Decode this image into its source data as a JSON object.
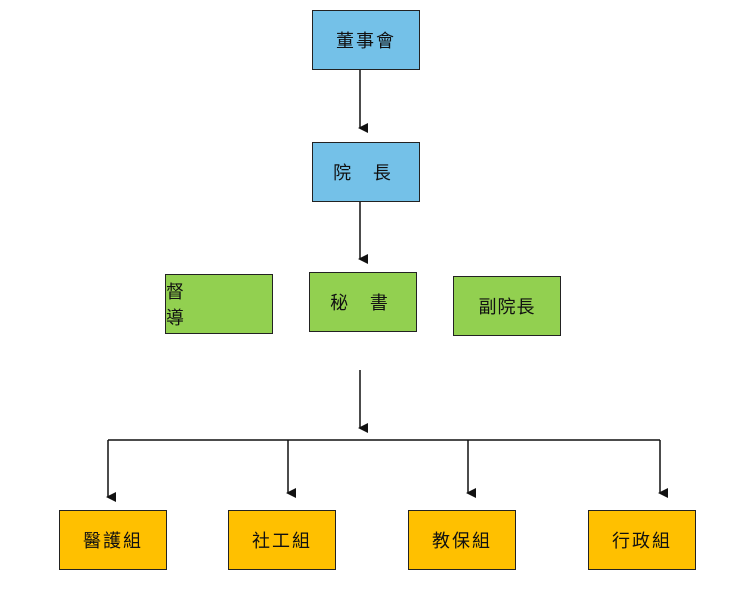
{
  "nodes": {
    "board": "董事會",
    "director": "院 長",
    "supervisor": "督 導",
    "secretary": "秘 書",
    "deputy_director": "副院長",
    "medical_group": "醫護組",
    "social_work_group": "社工組",
    "education_care_group": "教保組",
    "administration_group": "行政組"
  },
  "colors": {
    "top_level": "#74c1e8",
    "middle_level": "#92d050",
    "bottom_level": "#ffc000",
    "lines": "#111111"
  }
}
